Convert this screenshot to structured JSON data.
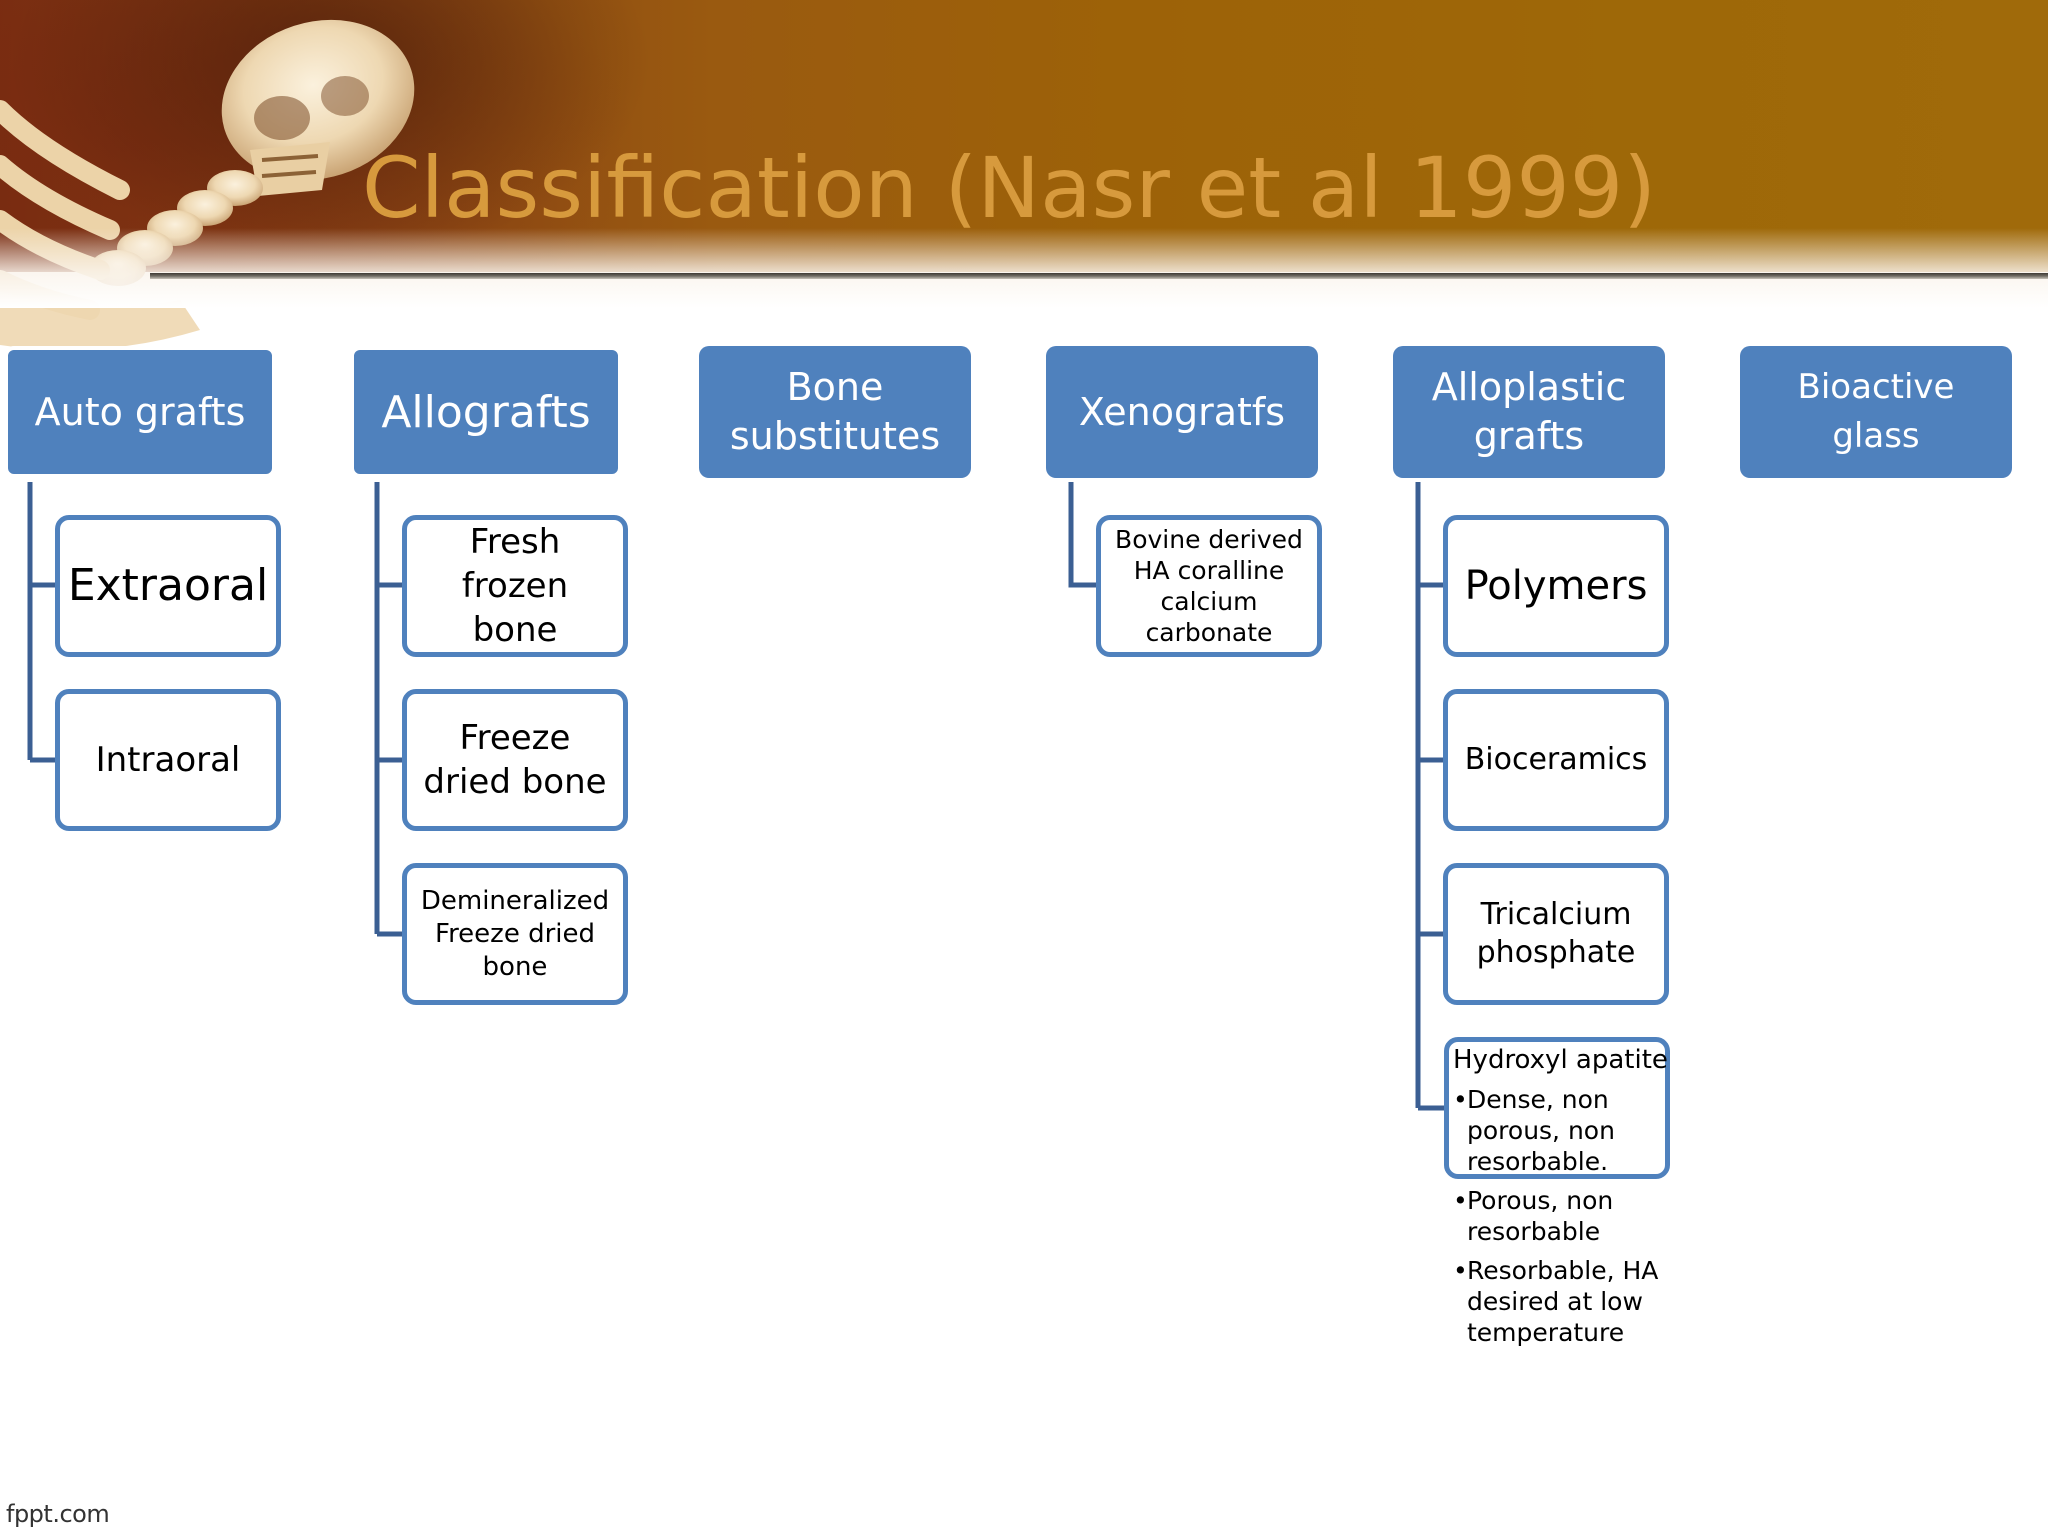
{
  "slide": {
    "title": "Classification (Nasr et al 1999)",
    "footer": "fppt.com"
  },
  "categories": [
    {
      "label": "Auto grafts",
      "children": [
        "Extraoral",
        "Intraoral"
      ]
    },
    {
      "label": "Allografts",
      "children": [
        "Fresh frozen bone",
        "Freeze dried bone",
        "Demineralized Freeze dried bone"
      ]
    },
    {
      "label": "Bone substitutes",
      "children": []
    },
    {
      "label": "Xenogratfs",
      "children": [
        "Bovine derived HA coralline calcium carbonate"
      ]
    },
    {
      "label": "Alloplastic grafts",
      "children": [
        "Polymers",
        "Bioceramics",
        "Tricalcium phosphate"
      ]
    },
    {
      "label": "Bioactive glass",
      "children": []
    }
  ],
  "hydroxyl_apatite": {
    "title": "Hydroxyl apatite",
    "bullet_char": "•",
    "bullets": [
      "Dense, non porous, non resorbable.",
      "Porous, non resorbable",
      "Resorbable, HA desired at low temperature"
    ]
  },
  "colors": {
    "category_fill": "#4f81bd",
    "box_border": "#4f81bd",
    "connector": "#3b5f93",
    "title": "#d79a3d",
    "header_brown": "#9a5a10"
  }
}
